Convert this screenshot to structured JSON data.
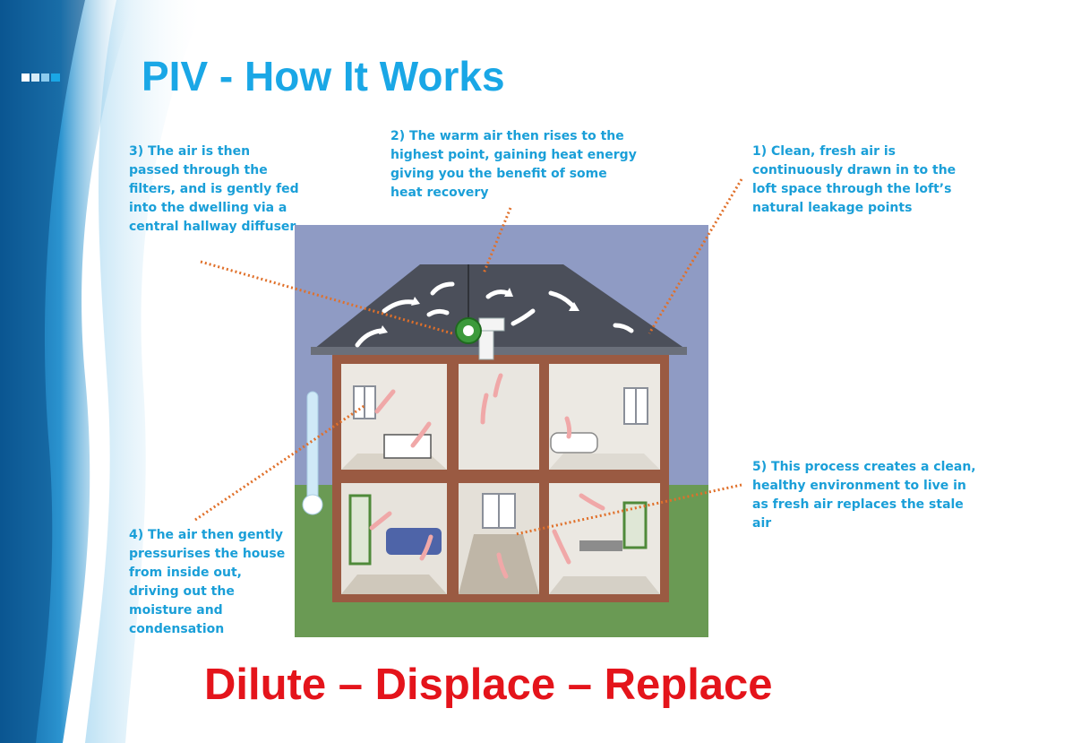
{
  "title": "PIV - How It Works",
  "callouts": {
    "step1": "1) Clean, fresh air is continuously drawn in to the loft space through the loft’s natural leakage points",
    "step2": "2) The warm air then rises to the highest point, gaining heat energy giving you the benefit of some heat recovery",
    "step3": "3) The air is then passed through the filters, and is gently fed into the dwelling via a central hallway diffuser",
    "step4": "4) The air then gently pressurises the house from inside out, driving out the moisture and condensation",
    "step5": "5) This process creates a clean, healthy environment to live in as fresh air replaces the stale air"
  },
  "slogan": "Dilute – Displace – Replace",
  "colors": {
    "title": "#1aa7e6",
    "callout_text": "#1a9fd8",
    "slogan": "#e4141b",
    "leader_line": "#e0702a",
    "sky": "#8f9bc4",
    "roof": "#4b4f5a",
    "brick": "#9a5a42",
    "grass": "#6a9a54"
  },
  "icons": [
    "piv-unit-icon",
    "airflow-arrow-icon",
    "thermometer-icon",
    "window-icon"
  ]
}
